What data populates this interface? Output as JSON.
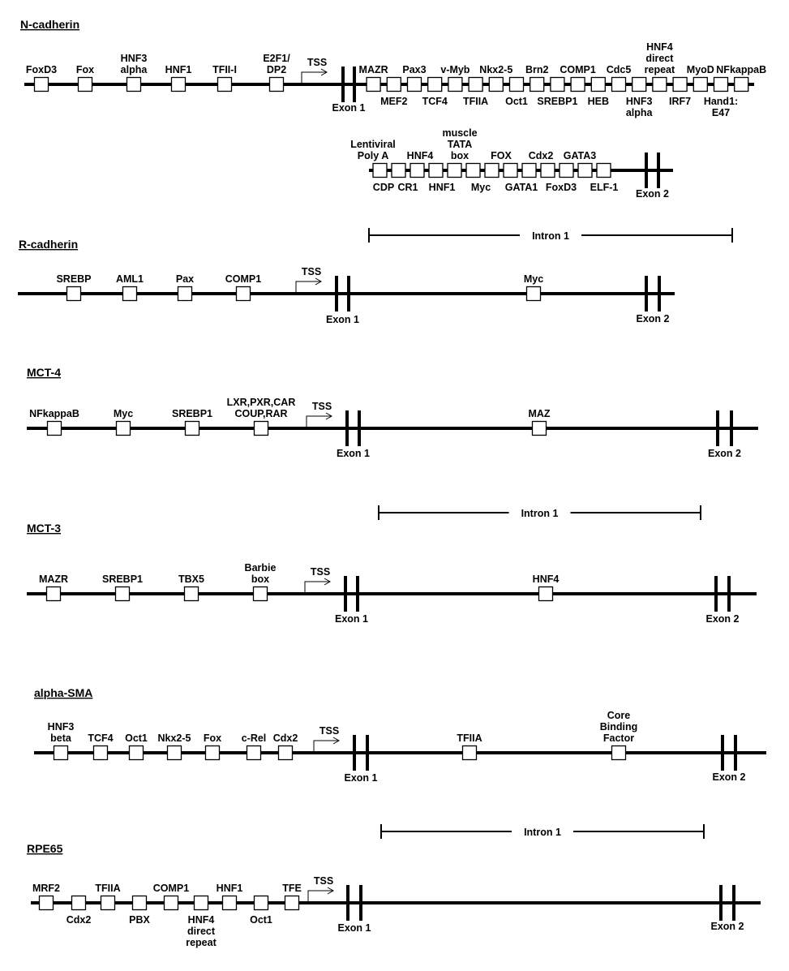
{
  "genes": [
    {
      "name": "N-cadherin",
      "tss": "TSS",
      "exons": [
        "Exon 1",
        "Exon 2"
      ],
      "intron_label": "Intron 1",
      "sites": [
        [
          "FoxD3"
        ],
        [
          "Fox"
        ],
        [
          "HNF3",
          "alpha"
        ],
        [
          "HNF1"
        ],
        [
          "TFII-I"
        ],
        [
          "E2F1/",
          "DP2"
        ],
        [
          "MAZR"
        ],
        [
          "MEF2"
        ],
        [
          "Pax3"
        ],
        [
          "TCF4"
        ],
        [
          "v-Myb"
        ],
        [
          "TFIIA"
        ],
        [
          "Nkx2-5"
        ],
        [
          "Oct1"
        ],
        [
          "Brn2"
        ],
        [
          "SREBP1"
        ],
        [
          "COMP1"
        ],
        [
          "HEB"
        ],
        [
          "Cdc5"
        ],
        [
          "HNF3",
          "alpha"
        ],
        [
          "HNF4",
          "direct",
          "repeat"
        ],
        [
          "IRF7"
        ],
        [
          "MyoD"
        ],
        [
          "Hand1:",
          "E47"
        ],
        [
          "NFkappaB"
        ],
        [
          "Lentiviral",
          "Poly A"
        ],
        [
          "CDP"
        ],
        [
          "CR1"
        ],
        [
          "HNF4"
        ],
        [
          "HNF1"
        ],
        [
          "muscle",
          "TATA",
          "box"
        ],
        [
          "Myc"
        ],
        [
          "FOX"
        ],
        [
          "GATA1"
        ],
        [
          "Cdx2"
        ],
        [
          "FoxD3"
        ],
        [
          "GATA3"
        ],
        [
          "ELF-1"
        ]
      ]
    },
    {
      "name": "R-cadherin",
      "tss": "TSS",
      "exons": [
        "Exon 1",
        "Exon 2"
      ],
      "sites": [
        [
          "SREBP"
        ],
        [
          "AML1"
        ],
        [
          "Pax"
        ],
        [
          "COMP1"
        ],
        [
          "Myc"
        ]
      ]
    },
    {
      "name": "MCT-4",
      "tss": "TSS",
      "exons": [
        "Exon 1",
        "Exon 2"
      ],
      "intron_label": "Intron 1",
      "sites": [
        [
          "NFkappaB"
        ],
        [
          "Myc"
        ],
        [
          "SREBP1"
        ],
        [
          "LXR,PXR,CAR",
          "COUP,RAR"
        ],
        [
          "MAZ"
        ]
      ]
    },
    {
      "name": "MCT-3",
      "tss": "TSS",
      "exons": [
        "Exon 1",
        "Exon 2"
      ],
      "sites": [
        [
          "MAZR"
        ],
        [
          "SREBP1"
        ],
        [
          "TBX5"
        ],
        [
          "Barbie",
          "box"
        ],
        [
          "HNF4"
        ]
      ]
    },
    {
      "name": "alpha-SMA",
      "tss": "TSS",
      "exons": [
        "Exon 1",
        "Exon 2"
      ],
      "intron_label": "Intron 1",
      "sites": [
        [
          "HNF3",
          "beta"
        ],
        [
          "TCF4"
        ],
        [
          "Oct1"
        ],
        [
          "Nkx2-5"
        ],
        [
          "Fox"
        ],
        [
          "c-Rel"
        ],
        [
          "Cdx2"
        ],
        [
          "TFIIA"
        ],
        [
          "Core",
          "Binding",
          "Factor"
        ]
      ]
    },
    {
      "name": "RPE65",
      "tss": "TSS",
      "exons": [
        "Exon 1",
        "Exon 2"
      ],
      "sites": [
        [
          "MRF2"
        ],
        [
          "Cdx2"
        ],
        [
          "TFIIA"
        ],
        [
          "PBX"
        ],
        [
          "COMP1"
        ],
        [
          "HNF4",
          "direct",
          "repeat"
        ],
        [
          "HNF1"
        ],
        [
          "Oct1"
        ],
        [
          "TFE"
        ]
      ]
    }
  ]
}
